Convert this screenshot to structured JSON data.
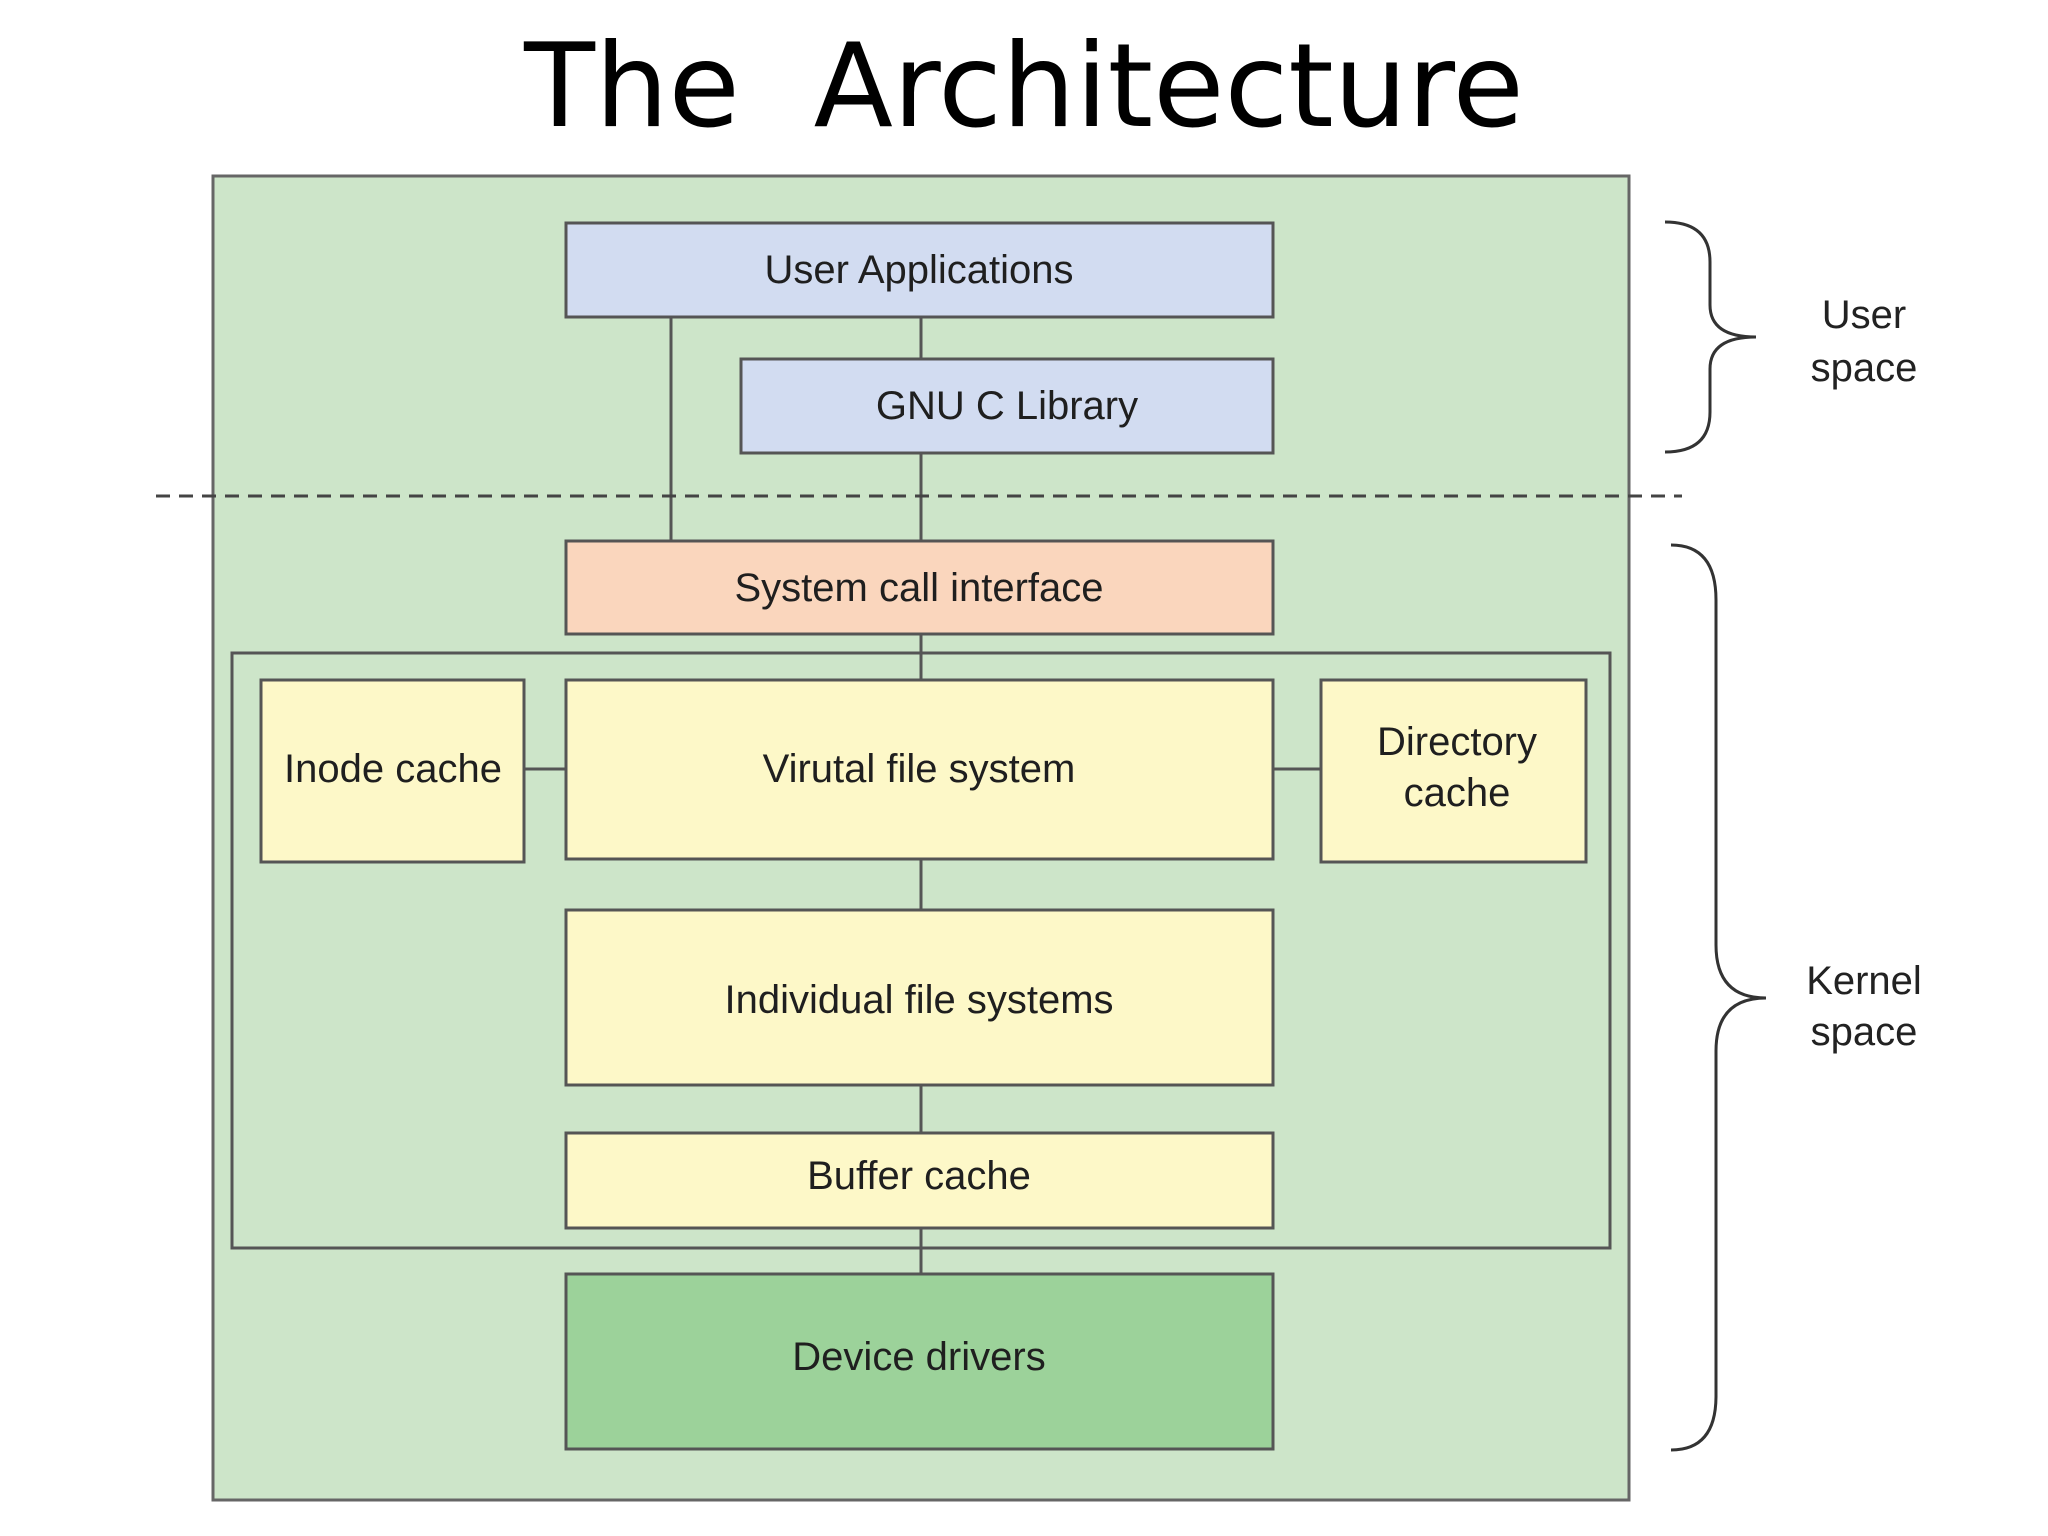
{
  "title": "The  Architecture",
  "layers": {
    "user_applications": "User Applications",
    "gnu_c_library": "GNU C Library",
    "system_call_interface": "System call interface",
    "inode_cache": "Inode cache",
    "virtual_file_system": "Virutal file system",
    "directory_cache_line1": "Directory",
    "directory_cache_line2": "cache",
    "individual_file_systems": "Individual file systems",
    "buffer_cache": "Buffer cache",
    "device_drivers": "Device drivers"
  },
  "regions": {
    "user_space_line1": "User",
    "user_space_line2": "space",
    "kernel_space_line1": "Kernel",
    "kernel_space_line2": "space"
  },
  "colors": {
    "background": "#cde5c9",
    "user_box": "#d2dcf1",
    "syscall_box": "#fad6bd",
    "kernel_box": "#fdf8c8",
    "driver_box": "#9cd29a",
    "border": "#555555"
  }
}
